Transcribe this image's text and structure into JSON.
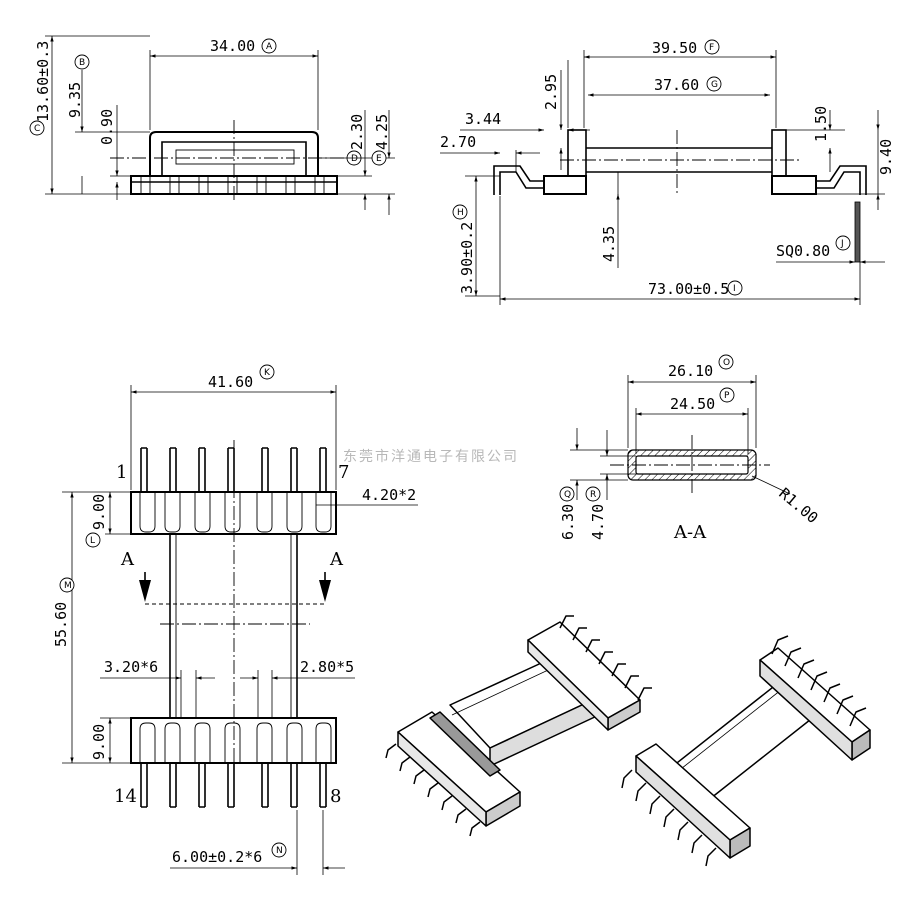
{
  "watermark": "东莞市洋通电子有限公司",
  "top_left": {
    "width_34": "34.00",
    "height_total": "13.60±0.3",
    "h_935": "9.35",
    "h_090": "0.90",
    "h_230": "2.30",
    "h_425": "4.25",
    "labels": [
      "A",
      "B",
      "C",
      "D",
      "E"
    ]
  },
  "top_right": {
    "w_3950": "39.50",
    "w_3760": "37.60",
    "h_295": "2.95",
    "w_344": "3.44",
    "w_270": "2.70",
    "h_150": "1.50",
    "h_940": "9.40",
    "h_390": "3.90±0.2",
    "h_435": "4.35",
    "sq": "SQ0.80",
    "w_73": "73.00±0.5",
    "labels": [
      "F",
      "G",
      "H",
      "J",
      "I"
    ]
  },
  "bottom_left": {
    "w_4160": "41.60",
    "pin_1": "1",
    "pin_7": "7",
    "pin_14": "14",
    "pin_8": "8",
    "w_420": "4.20*2",
    "h_900a": "9.00",
    "h_5560": "55.60",
    "h_900b": "9.00",
    "w_320": "3.20*6",
    "w_280": "2.80*5",
    "pitch": "6.00±0.2*6",
    "section_a": "A",
    "labels": [
      "K",
      "L",
      "M",
      "N"
    ]
  },
  "section": {
    "w_2610": "26.10",
    "w_2450": "24.50",
    "h_630": "6.30",
    "h_470": "4.70",
    "radius": "R1.00",
    "title": "A-A",
    "labels": [
      "O",
      "P",
      "Q",
      "R"
    ]
  }
}
